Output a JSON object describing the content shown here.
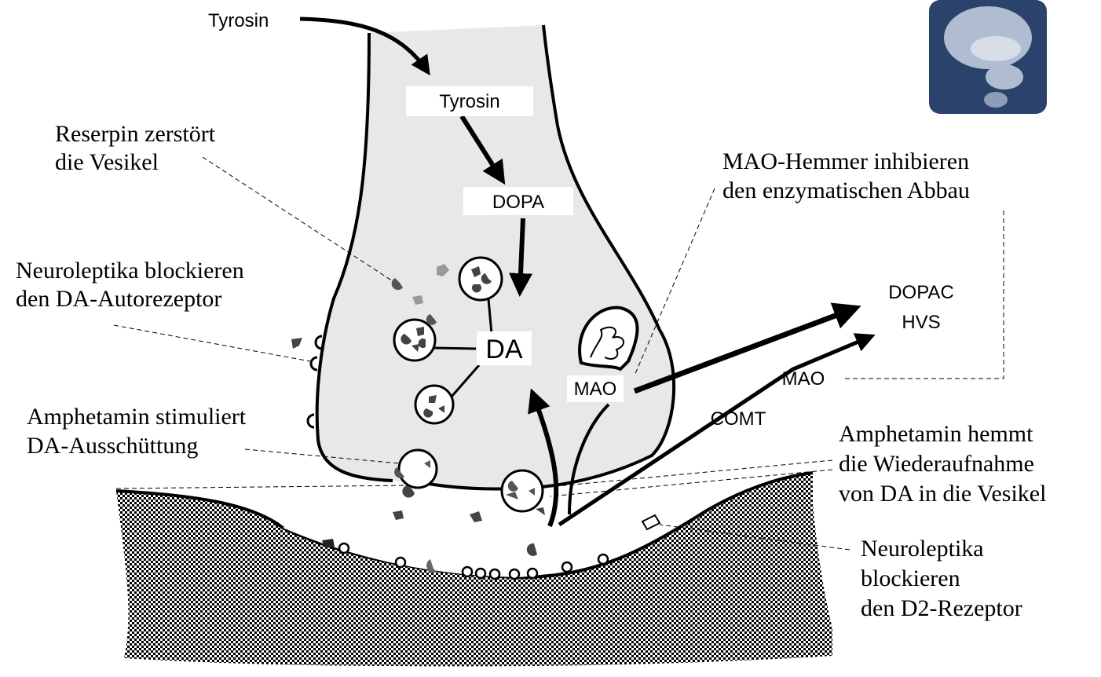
{
  "labels": {
    "tyrosin_outside": "Tyrosin",
    "tyrosin_inside": "Tyrosin",
    "dopa": "DOPA",
    "da": "DA",
    "mao_inside": "MAO",
    "dopac": "DOPAC",
    "hvs": "HVS",
    "mao_outside": "MAO",
    "comt": "COMT"
  },
  "annotations": {
    "reserpin": [
      "Reserpin zerstört",
      "die Vesikel"
    ],
    "neuroleptika_auto": [
      "Neuroleptika blockieren",
      "den DA-Autorezeptor"
    ],
    "amphetamin_stim": [
      "Amphetamin stimuliert",
      "DA-Ausschüttung"
    ],
    "mao_hemmer": [
      "MAO-Hemmer inhibieren",
      "den enzymatischen Abbau"
    ],
    "amphetamin_hemmt": [
      "Amphetamin hemmt",
      "die Wiederaufnahme",
      "von DA in die Vesikel"
    ],
    "neuroleptika_d2": [
      "Neuroleptika",
      "blockieren",
      "den D2-Rezeptor"
    ]
  },
  "colors": {
    "terminal_fill": "#e8e8e8",
    "ink": "#000000",
    "dark_particle": "#555555",
    "logo_bg": "#2b426d",
    "logo_bubble": "#b0bccf",
    "logo_highlight": "#d6dde7"
  },
  "icons": {
    "logo": "thought-bubble-icon"
  }
}
